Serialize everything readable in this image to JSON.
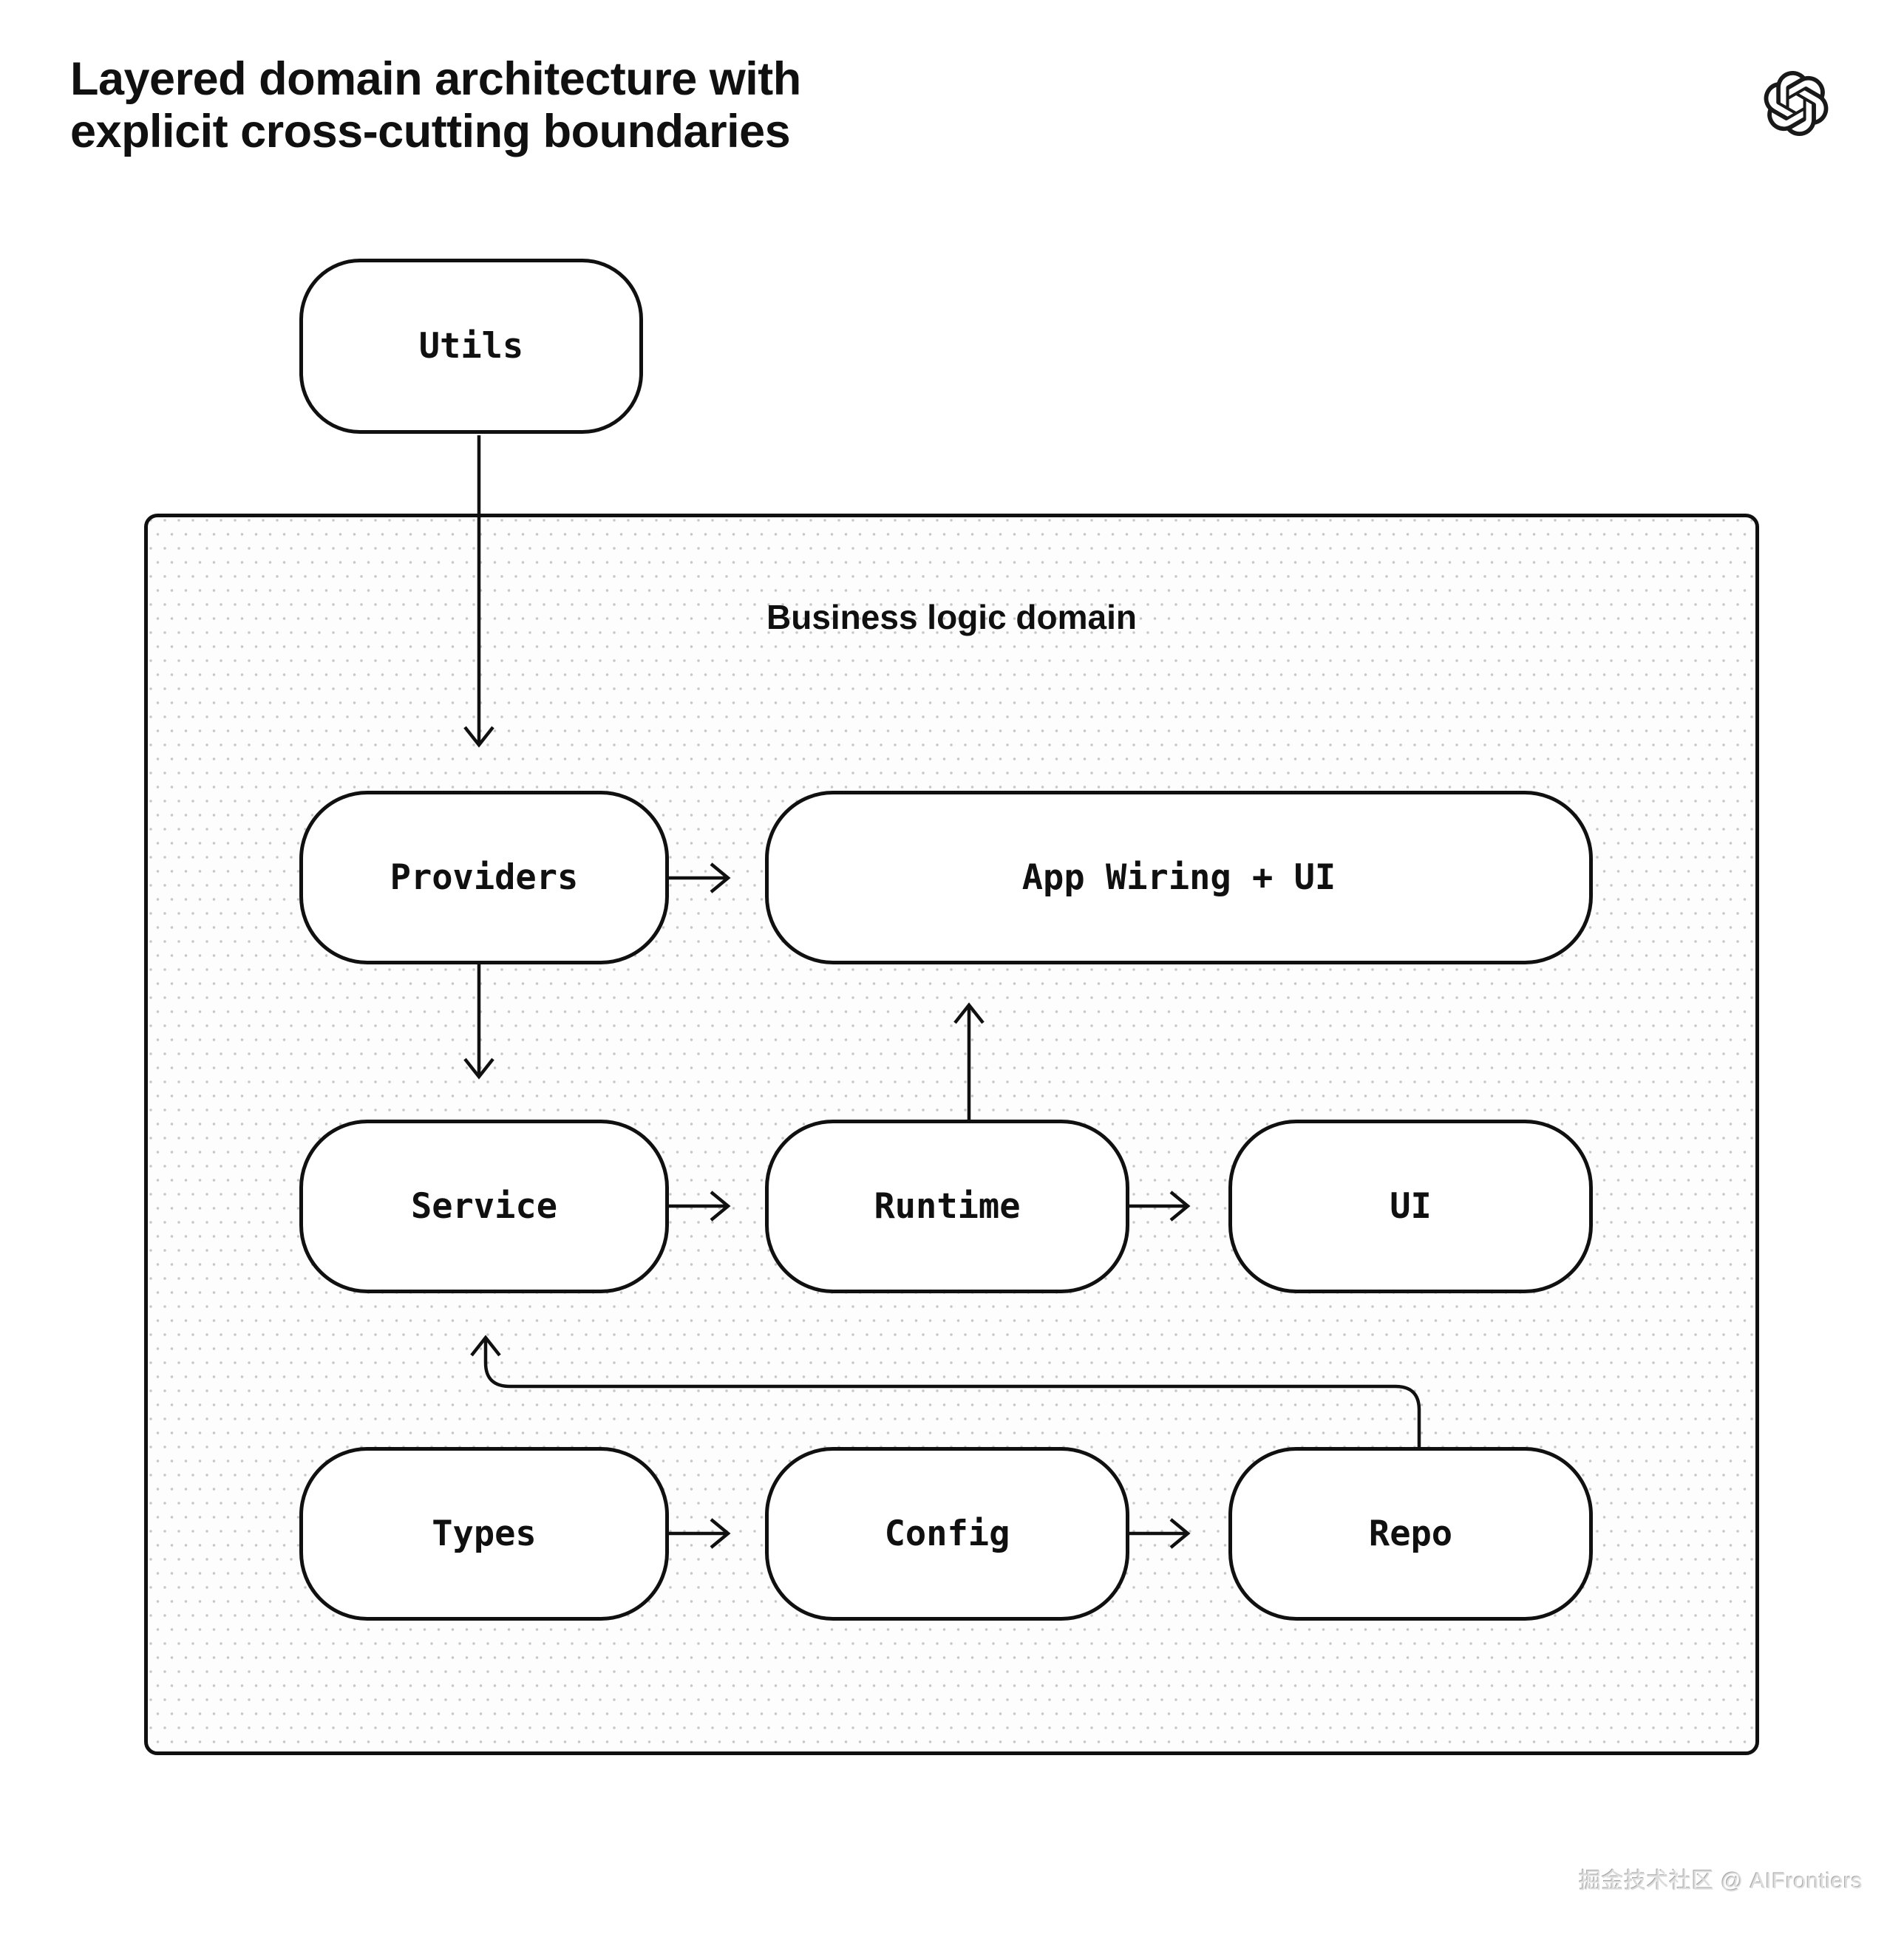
{
  "title": {
    "line1": "Layered domain architecture with",
    "line2": "explicit cross-cutting boundaries"
  },
  "logo": {
    "name": "openai-logo"
  },
  "container": {
    "label": "Business logic domain"
  },
  "nodes": {
    "utils": {
      "label": "Utils"
    },
    "providers": {
      "label": "Providers"
    },
    "app_wiring": {
      "label": "App Wiring + UI"
    },
    "service": {
      "label": "Service"
    },
    "runtime": {
      "label": "Runtime"
    },
    "ui": {
      "label": "UI"
    },
    "types": {
      "label": "Types"
    },
    "config": {
      "label": "Config"
    },
    "repo": {
      "label": "Repo"
    }
  },
  "edges": [
    {
      "from": "Utils",
      "to": "Providers",
      "direction": "down"
    },
    {
      "from": "Providers",
      "to": "App Wiring + UI",
      "direction": "right"
    },
    {
      "from": "Providers",
      "to": "Service",
      "direction": "down"
    },
    {
      "from": "Service",
      "to": "Runtime",
      "direction": "right"
    },
    {
      "from": "Runtime",
      "to": "App Wiring + UI",
      "direction": "up"
    },
    {
      "from": "Runtime",
      "to": "UI",
      "direction": "right"
    },
    {
      "from": "Types",
      "to": "Config",
      "direction": "right"
    },
    {
      "from": "Config",
      "to": "Repo",
      "direction": "right"
    },
    {
      "from": "Repo",
      "to": "Service",
      "direction": "up-left elbow"
    }
  ],
  "watermark": {
    "text": "掘金技术社区 @ AIFrontiers"
  },
  "colors": {
    "stroke": "#101010",
    "container_background": "#fdfdfd",
    "dot": "#c7c7c7",
    "watermark": "#dcdcdc"
  }
}
